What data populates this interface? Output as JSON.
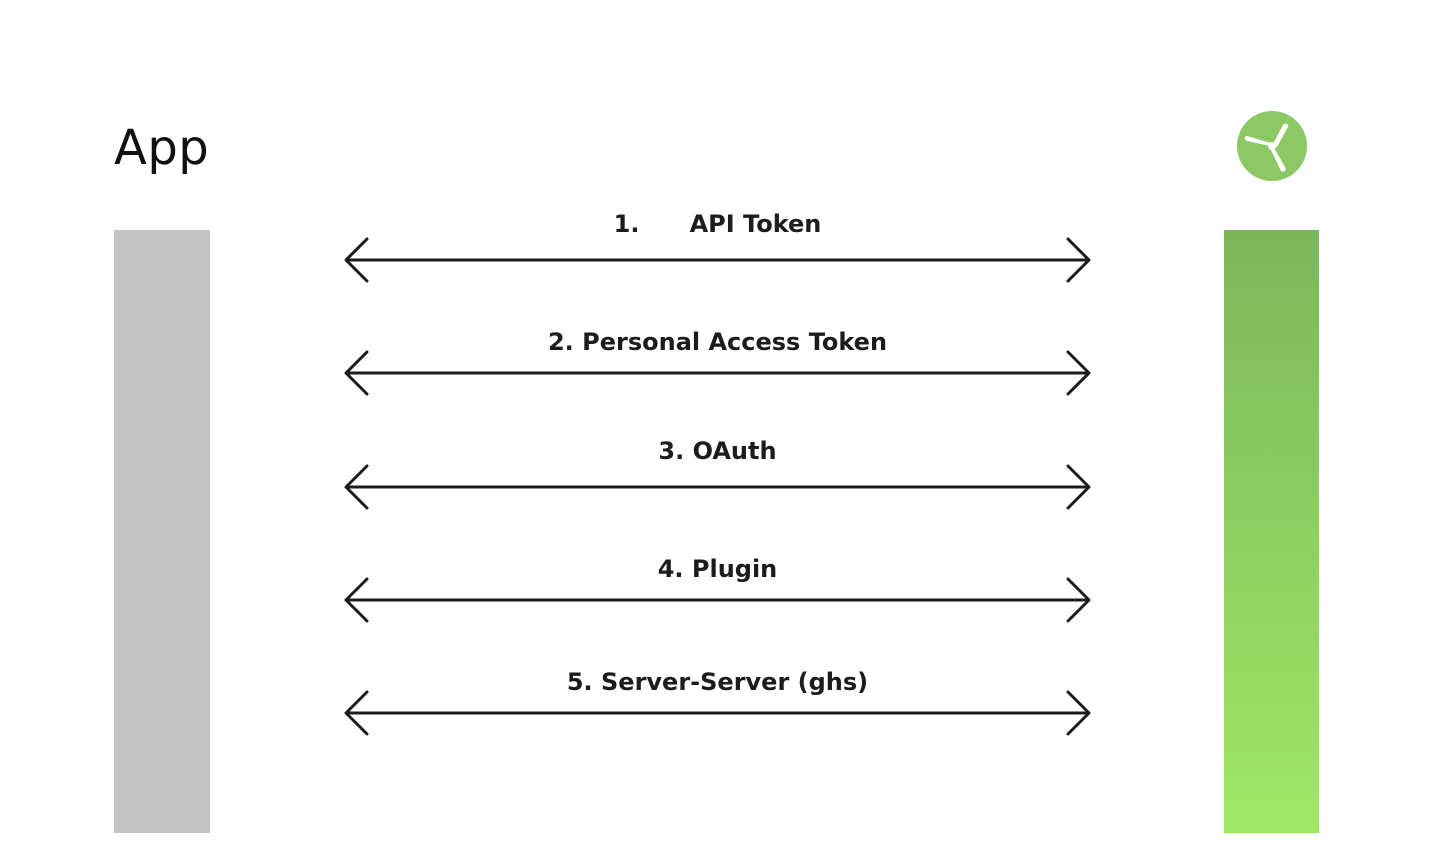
{
  "app": {
    "title": "App"
  },
  "service": {
    "logo_icon": "windmill-logo-icon",
    "logo_color": "#8cc965"
  },
  "colors": {
    "app_bar": "#c4c4c4",
    "service_bar_top": "#7bb75b",
    "service_bar_bottom": "#9fe866",
    "arrow": "#1c1c1c"
  },
  "flows": [
    {
      "label": "1.      API Token"
    },
    {
      "label": "2. Personal Access Token"
    },
    {
      "label": "3. OAuth"
    },
    {
      "label": "4. Plugin"
    },
    {
      "label": "5. Server-Server (ghs)"
    }
  ]
}
